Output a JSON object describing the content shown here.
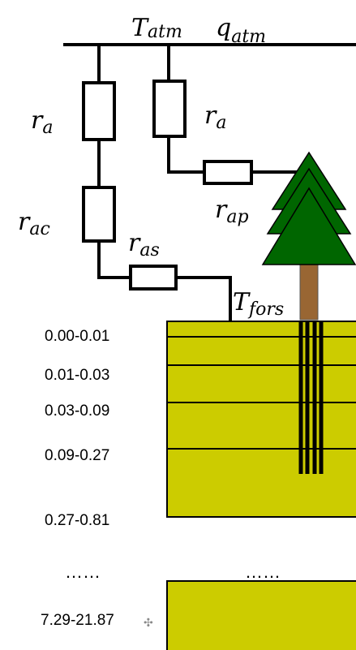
{
  "atmosphere": {
    "temperature": {
      "main": "T",
      "sub": "atm"
    },
    "humidity": {
      "main": "q",
      "sub": "atm"
    }
  },
  "resistances": {
    "ra_left": {
      "main": "r",
      "sub": "a"
    },
    "ra_right": {
      "main": "r",
      "sub": "a"
    },
    "rac": {
      "main": "r",
      "sub": "ac"
    },
    "ras": {
      "main": "r",
      "sub": "as"
    },
    "rap": {
      "main": "r",
      "sub": "ap"
    }
  },
  "forest_surface": {
    "main": "T",
    "sub": "fors"
  },
  "soil_layers": [
    "0.00-0.01",
    "0.01-0.03",
    "0.03-0.09",
    "0.09-0.27",
    "0.27-0.81"
  ],
  "ellipsis_left": "……",
  "ellipsis_right": "……",
  "deep_layer": "7.29-21.87",
  "colors": {
    "soil": "#cccc00",
    "foliage": "#006600",
    "trunk": "#996633",
    "wire": "#000000"
  }
}
